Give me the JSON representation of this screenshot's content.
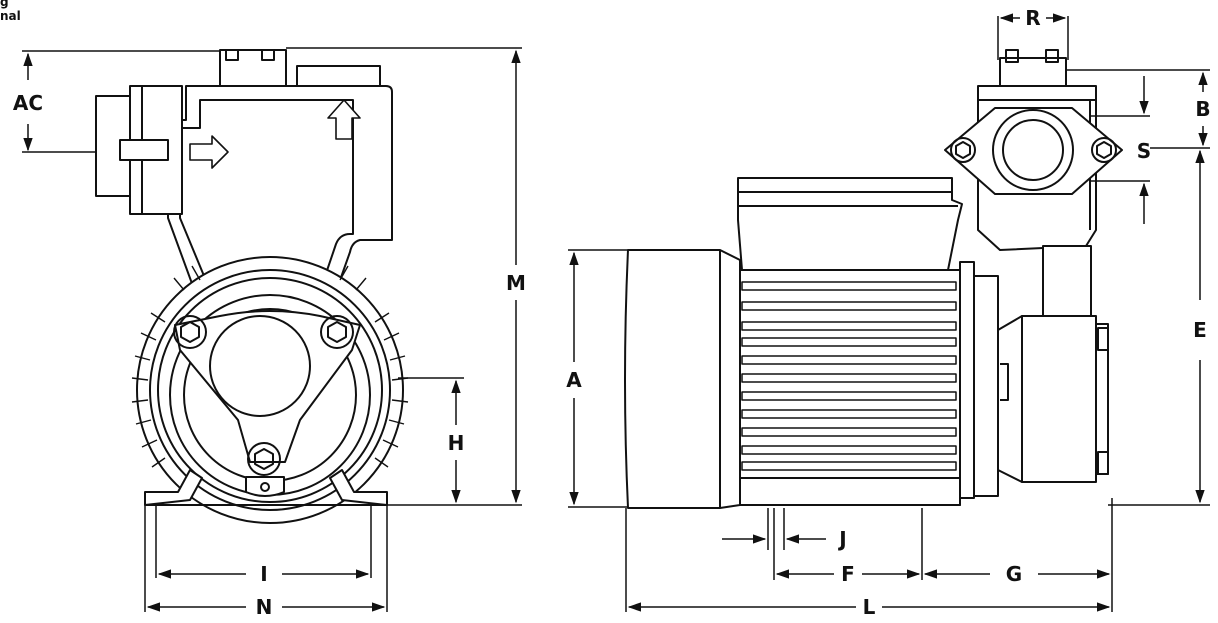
{
  "corner_text": {
    "line1": "g",
    "line2": "nal"
  },
  "labels": {
    "AC": "AC",
    "M": "M",
    "H": "H",
    "I": "I",
    "N": "N",
    "R": "R",
    "B": "B",
    "S": "S",
    "E": "E",
    "A": "A",
    "J": "J",
    "F": "F",
    "G": "G",
    "L": "L"
  }
}
